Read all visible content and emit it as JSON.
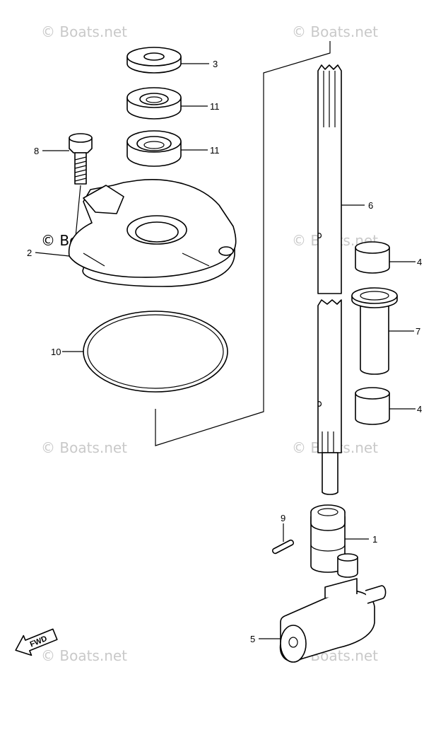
{
  "watermarks": {
    "top_left": "© Boats.net",
    "top_right": "© Boats.net",
    "mid_left": "© Boats.net",
    "mid_right": "© Boats.net",
    "lower_left": "© Boats.net",
    "lower_right": "© Boats.net",
    "bottom_left": "© Boats.net",
    "bottom_right": "© Boats.net"
  },
  "callouts": {
    "seal_washer": "3",
    "oil_seal_upper": "11",
    "oil_seal_lower": "11",
    "bolt": "8",
    "housing": "2",
    "o_ring": "10",
    "shaft": "6",
    "bushing_upper": "4",
    "bushing_long": "7",
    "bushing_lower": "4",
    "pin": "9",
    "lever_joint": "1",
    "clutch_lever": "5"
  },
  "fwd_label": "FWD"
}
